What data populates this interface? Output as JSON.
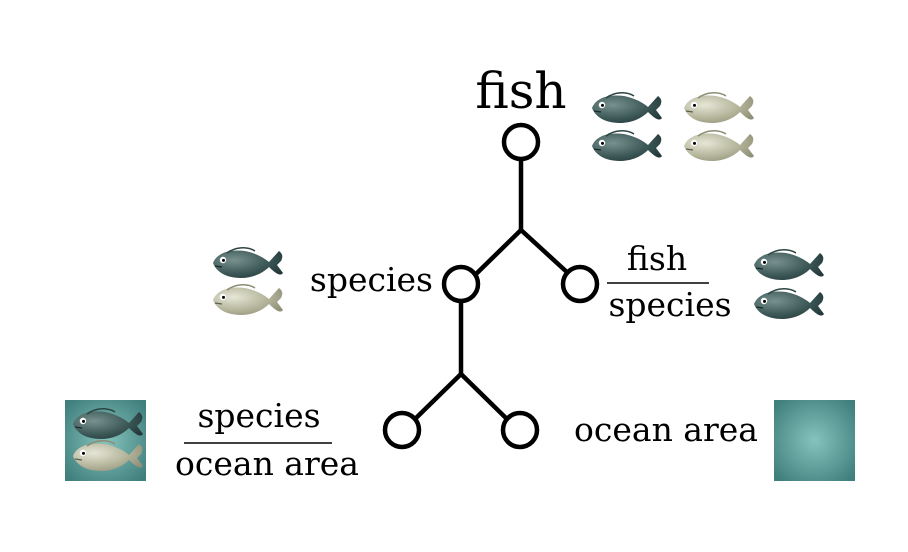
{
  "diagram": {
    "root_label": "fish",
    "level1_left_label": "species",
    "level1_right_fraction": {
      "numerator": "fish",
      "denominator": "species"
    },
    "level2_left_fraction": {
      "numerator": "species",
      "denominator": "ocean area"
    },
    "level2_right_label": "ocean area"
  },
  "colors": {
    "dark_fish": "#3c5857",
    "light_fish": "#b3b49a",
    "ocean_tile": "#3f7f7c",
    "ocean_center": "#86c3bd",
    "tree_stroke": "#000000"
  },
  "icons": {
    "fish": "fish-icon",
    "ocean_tile": "ocean-tile-icon"
  }
}
